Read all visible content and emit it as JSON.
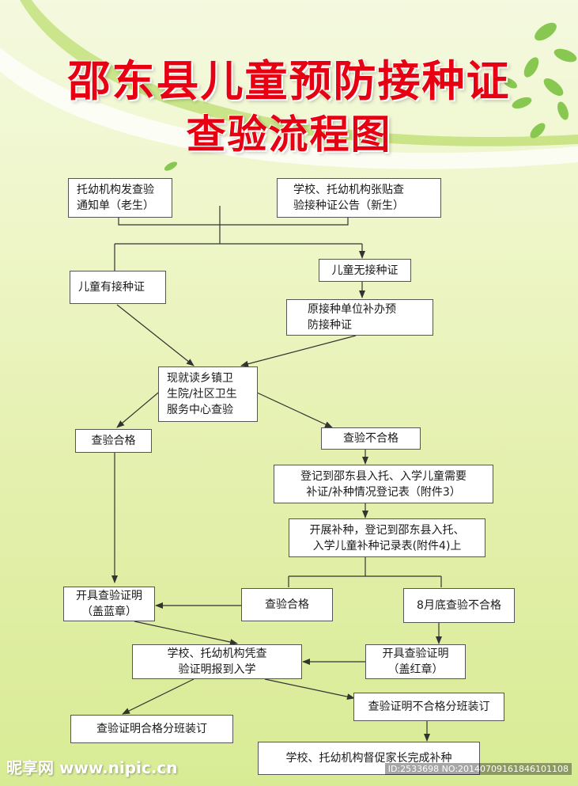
{
  "title": {
    "line1": "邵东县儿童预防接种证",
    "line2": "查验流程图"
  },
  "nodes": {
    "notice": "托幼机构发查验\n通知单（老生）",
    "announcement": "学校、托幼机构张贴查\n验接种证公告（新生）",
    "has_cert": "儿童有接种证",
    "no_cert": "儿童无接种证",
    "reissue": "原接种单位补办预\n防接种证",
    "inspection": "现就读乡镇卫\n生院/社区卫生\n服务中心查验",
    "pass_left": "查验合格",
    "fail": "查验不合格",
    "register": "登记到邵东县入托、入学儿童需要\n补证/补种情况登记表（附件3）",
    "vaccinate": "开展补种，登记到邵东县入托、\n入学儿童补种记录表(附件4)上",
    "cert_blue": "开具查验证明\n（盖蓝章）",
    "pass_right": "查验合格",
    "fail_august": "8月底查验不合格",
    "school_report": "学校、托幼机构凭查\n验证明报到入学",
    "cert_red": "开具查验证明\n（盖红章）",
    "class_pass": "查验证明合格分班装订",
    "class_fail": "查验证明不合格分班装订",
    "urge_parents": "学校、托幼机构督促家长完成补种"
  },
  "watermark": {
    "logo": "昵享网 www.nipic.cn",
    "id": "ID:2533698 NO:20140709161846101108"
  },
  "colors": {
    "title": "#e60012",
    "line": "#333333",
    "background": "#e4f0ae"
  }
}
